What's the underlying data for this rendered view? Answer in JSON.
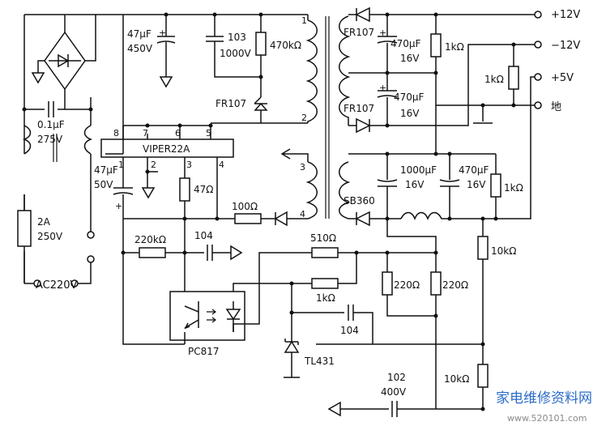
{
  "labels": {
    "c_input_val": "47μF",
    "c_input_v": "450V",
    "c103_val": "103",
    "c103_v": "1000V",
    "r470k": "470kΩ",
    "d_fr107_primary": "FR107",
    "c_x_val": "0.1μF",
    "c_x_v": "275V",
    "ic_name": "VIPER22A",
    "ic_pin8": "8",
    "ic_pin7": "7",
    "ic_pin6": "6",
    "ic_pin5": "5",
    "ic_pin1": "1",
    "ic_pin2": "2",
    "ic_pin3": "3",
    "ic_pin4": "4",
    "c_vdd_val": "47μF",
    "c_vdd_v": "50V",
    "r47": "47Ω",
    "r100": "100Ω",
    "fuse_val": "2A",
    "fuse_v": "250V",
    "ac_label": "AC220V",
    "r220k": "220kΩ",
    "c104_top": "104",
    "pc817": "PC817",
    "out_12v": "+12V",
    "out_m12v": "−12V",
    "out_5v": "+5V",
    "out_gnd": "地",
    "d_fr107_a": "FR107",
    "d_fr107_b": "FR107",
    "c470_a_val": "470μF",
    "c470_a_v": "16V",
    "c470_b_val": "470μF",
    "c470_b_v": "16V",
    "r1k_a": "1kΩ",
    "r1k_b": "1kΩ",
    "c1000_val": "1000μF",
    "c1000_v": "16V",
    "c470_c_val": "470μF",
    "c470_c_v": "16V",
    "r1k_c": "1kΩ",
    "d_sb360": "SB360",
    "r510": "510Ω",
    "r220_a": "220Ω",
    "r220_b": "220Ω",
    "r1k_fb": "1kΩ",
    "c104_fb": "104",
    "r10k_top": "10kΩ",
    "tl431": "TL431",
    "c102_val": "102",
    "c102_v": "400V",
    "r10k_bot": "10kΩ",
    "tr_pin1": "1",
    "tr_pin2": "2",
    "tr_pin3": "3",
    "tr_pin4": "4",
    "watermark": "家电维修资料网",
    "watermark_url": "www.520101.com"
  }
}
